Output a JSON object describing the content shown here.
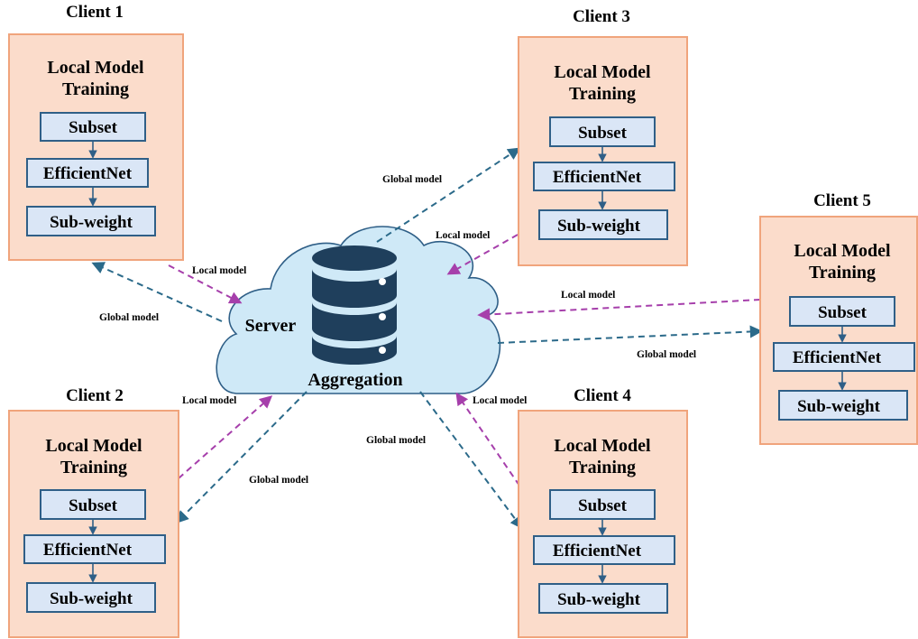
{
  "server": {
    "title": "Server",
    "subtitle": "Aggregation",
    "icon": "database-icon"
  },
  "clients": [
    {
      "name": "Client 1",
      "panel_title": [
        "Local Model",
        "Training"
      ],
      "steps": [
        "Subset",
        "EfficientNet",
        "Sub-weight"
      ]
    },
    {
      "name": "Client 2",
      "panel_title": [
        "Local Model",
        "Training"
      ],
      "steps": [
        "Subset",
        "EfficientNet",
        "Sub-weight"
      ]
    },
    {
      "name": "Client 3",
      "panel_title": [
        "Local Model",
        "Training"
      ],
      "steps": [
        "Subset",
        "EfficientNet",
        "Sub-weight"
      ]
    },
    {
      "name": "Client 4",
      "panel_title": [
        "Local Model",
        "Training"
      ],
      "steps": [
        "Subset",
        "EfficientNet",
        "Sub-weight"
      ]
    },
    {
      "name": "Client 5",
      "panel_title": [
        "Local Model",
        "Training"
      ],
      "steps": [
        "Subset",
        "EfficientNet",
        "Sub-weight"
      ]
    }
  ],
  "edge_labels": {
    "local": "Local model",
    "global": "Global model"
  },
  "colors": {
    "panel_fill": "#fbdccb",
    "panel_border": "#f0a47c",
    "step_fill": "#dae6f6",
    "step_border": "#2f5f87",
    "cloud_fill": "#cfe9f7",
    "global_arrow": "#2b6a8a",
    "local_arrow": "#a63fab",
    "database": "#1f3f5c"
  }
}
